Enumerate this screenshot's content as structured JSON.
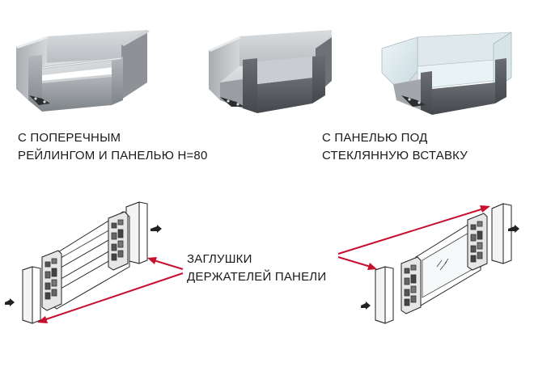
{
  "captions": {
    "left": {
      "line1": "С ПОПЕРЕЧНЫМ",
      "line2": "РЕЙЛИНГОМ И ПАНЕЛЬЮ Н=80"
    },
    "right": {
      "line1": "С ПАНЕЛЬЮ ПОД",
      "line2": "СТЕКЛЯННУЮ ВСТАВКУ"
    },
    "center": {
      "line1": "ЗАГЛУШКИ",
      "line2": "ДЕРЖАТЕЛЕЙ ПАНЕЛИ"
    }
  },
  "colors": {
    "arrow": "#c8102e",
    "drawer_grey": "#9ea2a6",
    "drawer_dark": "#5d6166",
    "drawer_light": "#c9ccd0",
    "glass": "#e4eef2",
    "line_art": "#222222"
  },
  "items": {
    "drawer_1": "drawer-with-railing",
    "drawer_2": "drawer-with-panel",
    "drawer_3": "drawer-with-glass-insert",
    "assembly_left": "panel-holder-exploded-railing",
    "assembly_right": "panel-holder-exploded-glass"
  }
}
